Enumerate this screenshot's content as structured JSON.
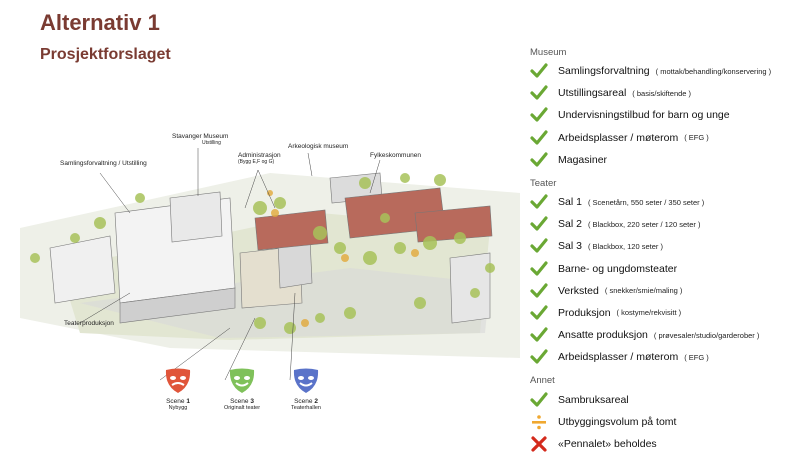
{
  "header": {
    "title": "Alternativ 1",
    "subtitle": "Prosjektforslaget"
  },
  "sketch": {
    "labels": {
      "samlings": "Samlingsforvaltning / Utstilling",
      "stavanger": "Stavanger Museum",
      "stavanger_sub": "Utstilling",
      "admin": "Administrasjon",
      "admin_sub": "(Bygg E,F og G)",
      "arkeologisk": "Arkeologisk museum",
      "fylkes": "Fylkeskommunen",
      "teater": "Teaterproduksjon"
    },
    "scenes": [
      {
        "name": "Scene",
        "num": "1",
        "sub": "Nybygg",
        "color": "#e0553a"
      },
      {
        "name": "Scene",
        "num": "3",
        "sub": "Originalt teater",
        "color": "#7fc15a"
      },
      {
        "name": "Scene",
        "num": "2",
        "sub": "Teaterhallen",
        "color": "#5a73c9"
      }
    ]
  },
  "colors": {
    "title": "#7a3b32",
    "check": "#6aa834",
    "partial": "#f0a830",
    "cross": "#d42a1c",
    "strike": "#2a6bc9"
  },
  "legend": {
    "museum_heading": "Museum",
    "museum": [
      {
        "icon": "check-icon",
        "label": "Samlingsforvaltning",
        "detail": "( mottak/behandling/konservering )"
      },
      {
        "icon": "check-icon",
        "label": "Utstillingsareal",
        "detail": "( basis/skiftende )"
      },
      {
        "icon": "check-icon",
        "label": "Undervisningstilbud for barn og unge",
        "detail": ""
      },
      {
        "icon": "check-icon",
        "label": "Arbeidsplasser / møterom",
        "detail": "( EFG )"
      },
      {
        "icon": "check-icon",
        "label": "Magasiner",
        "detail": ""
      }
    ],
    "teater_heading": "Teater",
    "teater": [
      {
        "icon": "check-icon",
        "label": "Sal 1",
        "detail": "( Scenetårn,  550 seter / 350 seter )"
      },
      {
        "icon": "check-icon",
        "label": "Sal 2",
        "detail": "( Blackbox,  220 seter / 120 seter )"
      },
      {
        "icon": "check-icon",
        "label": "Sal 3",
        "detail": "( Blackbox,  120 seter )"
      },
      {
        "icon": "check-icon",
        "label": "Barne- og ungdomsteater",
        "detail": ""
      },
      {
        "icon": "check-icon",
        "label": "Verksted",
        "detail": "( snekker/smie/maling )"
      },
      {
        "icon": "check-icon",
        "label": "Produksjon",
        "detail": "( kostyme/rekvisitt )"
      },
      {
        "icon": "check-icon",
        "label": "Ansatte produksjon",
        "detail": "( prøvesaler/studio/garderober )"
      },
      {
        "icon": "check-icon",
        "label": "Arbeidsplasser / møterom",
        "detail": "( EFG )"
      }
    ],
    "annet_heading": "Annet",
    "annet": [
      {
        "icon": "check-icon",
        "label": "Sambruksareal",
        "detail": ""
      },
      {
        "icon": "partial-icon",
        "label": "Utbyggingsvolum på tomt",
        "detail": ""
      },
      {
        "icon": "cross-icon",
        "label": "«Pennalet» beholdes",
        "detail": ""
      }
    ]
  }
}
